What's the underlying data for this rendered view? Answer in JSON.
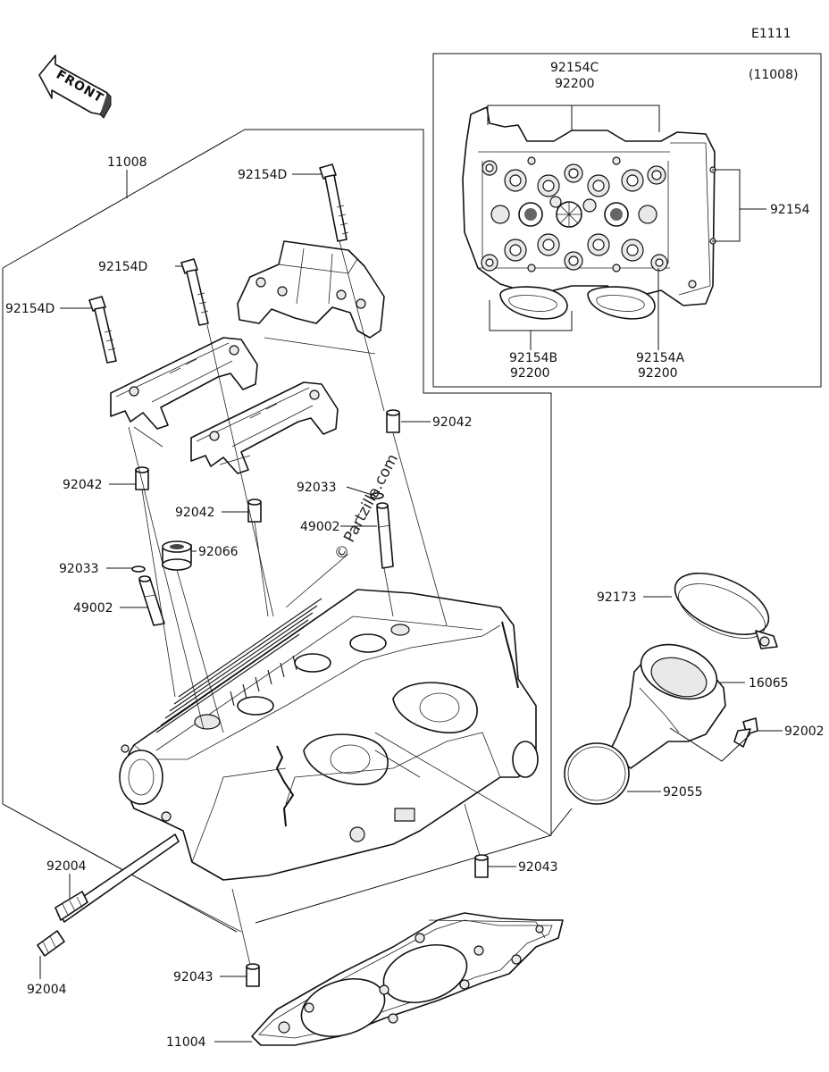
{
  "diagram_code": "E1111",
  "front_label": "FRONT",
  "watermark": "© Partzilla.com",
  "inset_note": "(11008)",
  "labels": {
    "l_11008": "11008",
    "l_92154D_a": "92154D",
    "l_92154D_b": "92154D",
    "l_92154D_c": "92154D",
    "l_92042_a": "92042",
    "l_92042_b": "92042",
    "l_92042_c": "92042",
    "l_92033_a": "92033",
    "l_92033_b": "92033",
    "l_49002_a": "49002",
    "l_49002_b": "49002",
    "l_92066": "92066",
    "l_92173": "92173",
    "l_16065": "16065",
    "l_92002": "92002",
    "l_92055": "92055",
    "l_92043_a": "92043",
    "l_92043_b": "92043",
    "l_92004_a": "92004",
    "l_92004_b": "92004",
    "l_11004": "11004",
    "l_92154C": "92154C",
    "l_92200_top": "92200",
    "l_92154": "92154",
    "l_92154B": "92154B",
    "l_92200_left": "92200",
    "l_92154A": "92154A",
    "l_92200_right": "92200"
  }
}
